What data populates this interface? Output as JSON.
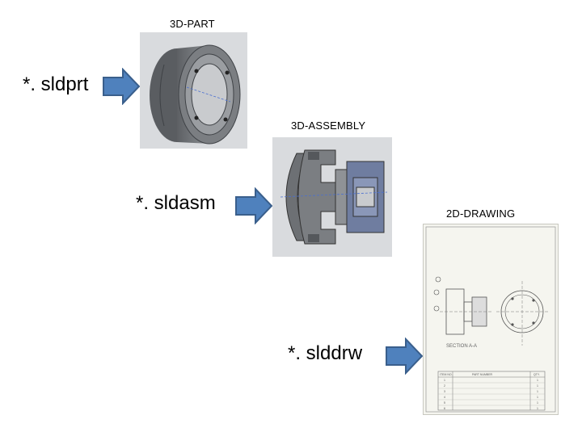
{
  "part": {
    "caption": "3D-PART",
    "extension": "*. sldprt"
  },
  "assembly": {
    "caption": "3D-ASSEMBLY",
    "extension": "*. sldasm"
  },
  "drawing": {
    "caption": "2D-DRAWING",
    "extension": "*. slddrw",
    "section_label": "SECTION A-A",
    "bom": {
      "headers": [
        "ITEM NO.",
        "PART NUMBER",
        "QTY."
      ],
      "rows": [
        [
          "1",
          "",
          "1"
        ],
        [
          "2",
          "",
          "1"
        ],
        [
          "3",
          "",
          "1"
        ],
        [
          "4",
          "",
          "1"
        ],
        [
          "5",
          "",
          "1"
        ],
        [
          "6",
          "",
          "1"
        ]
      ]
    }
  },
  "colors": {
    "arrow_fill": "#4f81bd",
    "arrow_stroke": "#3a5f8c",
    "part_body": "#6b6e72",
    "panel_bg": "#d9dbde"
  },
  "icons": [
    "arrow-right-icon"
  ]
}
